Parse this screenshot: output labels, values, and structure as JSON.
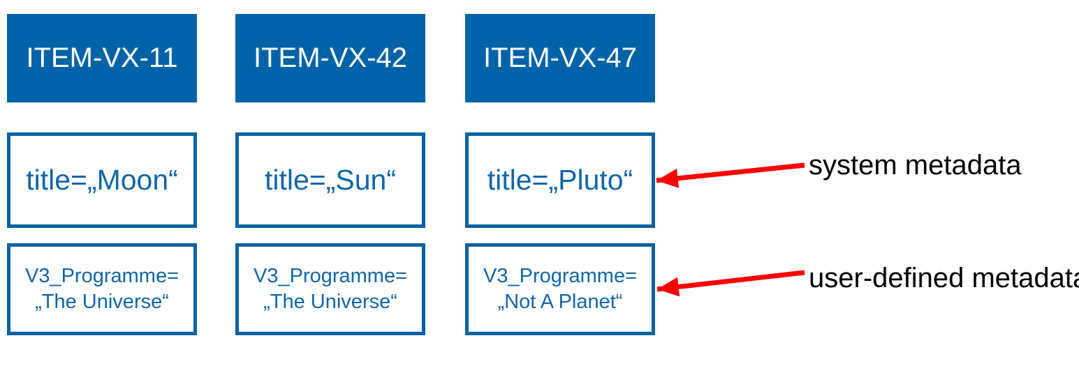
{
  "diagram": {
    "columns": [
      {
        "item_id": "ITEM-VX-11",
        "system_metadata": "title=„Moon“",
        "user_metadata": [
          "V3_Programme=",
          "„The Universe“"
        ]
      },
      {
        "item_id": "ITEM-VX-42",
        "system_metadata": "title=„Sun“",
        "user_metadata": [
          "V3_Programme=",
          "„The Universe“"
        ]
      },
      {
        "item_id": "ITEM-VX-47",
        "system_metadata": "title=„Pluto“",
        "user_metadata": [
          "V3_Programme=",
          "„Not A Planet“"
        ]
      }
    ],
    "annotations": [
      {
        "label": "system metadata"
      },
      {
        "label": "user-defined metadata"
      }
    ],
    "colors": {
      "header_fill": "#0063A7",
      "header_text": "#FFFFFF",
      "box_border": "#0C62A4",
      "box_text": "#1166A8",
      "arrow": "#FF0000",
      "annotation_text": "#000000"
    }
  }
}
